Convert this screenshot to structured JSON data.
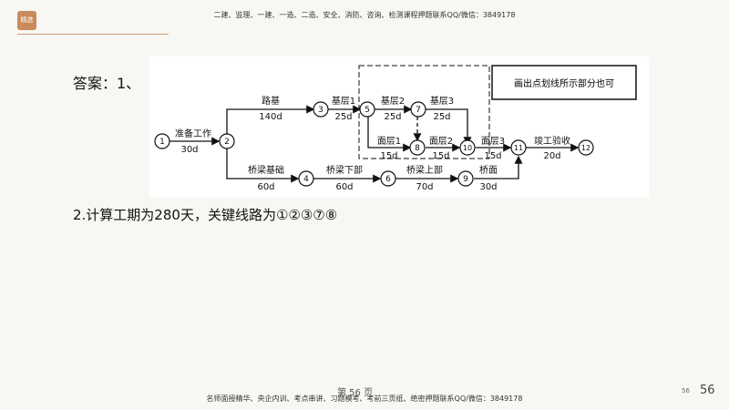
{
  "header": {
    "logo_text": "精选",
    "text": "二建、监理、一建、一造、二造、安全、消防、咨询、检测课程押题联系QQ/微信：3849178"
  },
  "content": {
    "answer_label": "答案：1、",
    "line2": "2.计算工期为280天，关键线路为①②③⑦⑧"
  },
  "diagram": {
    "note": "画出点划线所示部分也可",
    "nodes": [
      "1",
      "2",
      "3",
      "4",
      "5",
      "6",
      "7",
      "8",
      "9",
      "10",
      "11",
      "12"
    ],
    "activities": {
      "prep": {
        "name": "准备工作",
        "dur": "30d"
      },
      "road": {
        "name": "路基",
        "dur": "140d"
      },
      "b1": {
        "name": "基层1",
        "dur": "25d"
      },
      "b2": {
        "name": "基层2",
        "dur": "25d"
      },
      "b3": {
        "name": "基层3",
        "dur": "25d"
      },
      "s1": {
        "name": "面层1",
        "dur": "15d"
      },
      "s2": {
        "name": "面层2",
        "dur": "15d"
      },
      "s3": {
        "name": "面层3",
        "dur": "15d"
      },
      "final": {
        "name": "竣工验收",
        "dur": "20d"
      },
      "bridge_base": {
        "name": "桥梁基础",
        "dur": "60d"
      },
      "bridge_lower": {
        "name": "桥梁下部",
        "dur": "60d"
      },
      "bridge_upper": {
        "name": "桥梁上部",
        "dur": "70d"
      },
      "bridge_deck": {
        "name": "桥面",
        "dur": "30d"
      }
    }
  },
  "footer": {
    "text": "名师面授精华、央企内训、考点串讲、习题模考、考前三页纸、绝密押题联系QQ/微信：3849178",
    "page_center": "第 56 页",
    "page_small": "56",
    "page_large": "56"
  }
}
